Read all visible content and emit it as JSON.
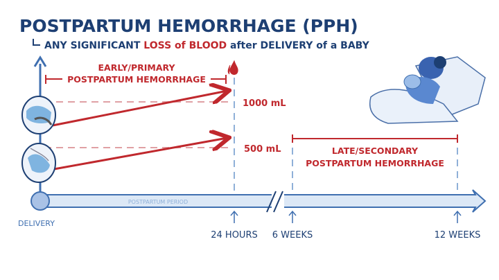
{
  "title": "POSTPARTUM HEMORRHAGE (PPH)",
  "definition": {
    "part1": "ANY SIGNIFICANT ",
    "part2": "LOSS of BLOOD",
    "part3": " after DELIVERY of a BABY"
  },
  "early": {
    "line1": "EARLY/PRIMARY",
    "line2": "POSTPARTUM HEMORRHAGE"
  },
  "late": {
    "line1": "LATE/SECONDARY",
    "line2": "POSTPARTUM HEMORRHAGE"
  },
  "thresholds": {
    "high": "1000 mL",
    "low": "500 mL"
  },
  "timeline": {
    "bar_label": "POSTPARTUM PERIOD",
    "start": "DELIVERY",
    "marks": [
      "24 HOURS",
      "6 WEEKS",
      "12 WEEKS"
    ]
  },
  "colors": {
    "navy": "#1d3f73",
    "red": "#c0282d",
    "axis": "#3f6fb0",
    "bar_fill": "#dce8f6"
  }
}
